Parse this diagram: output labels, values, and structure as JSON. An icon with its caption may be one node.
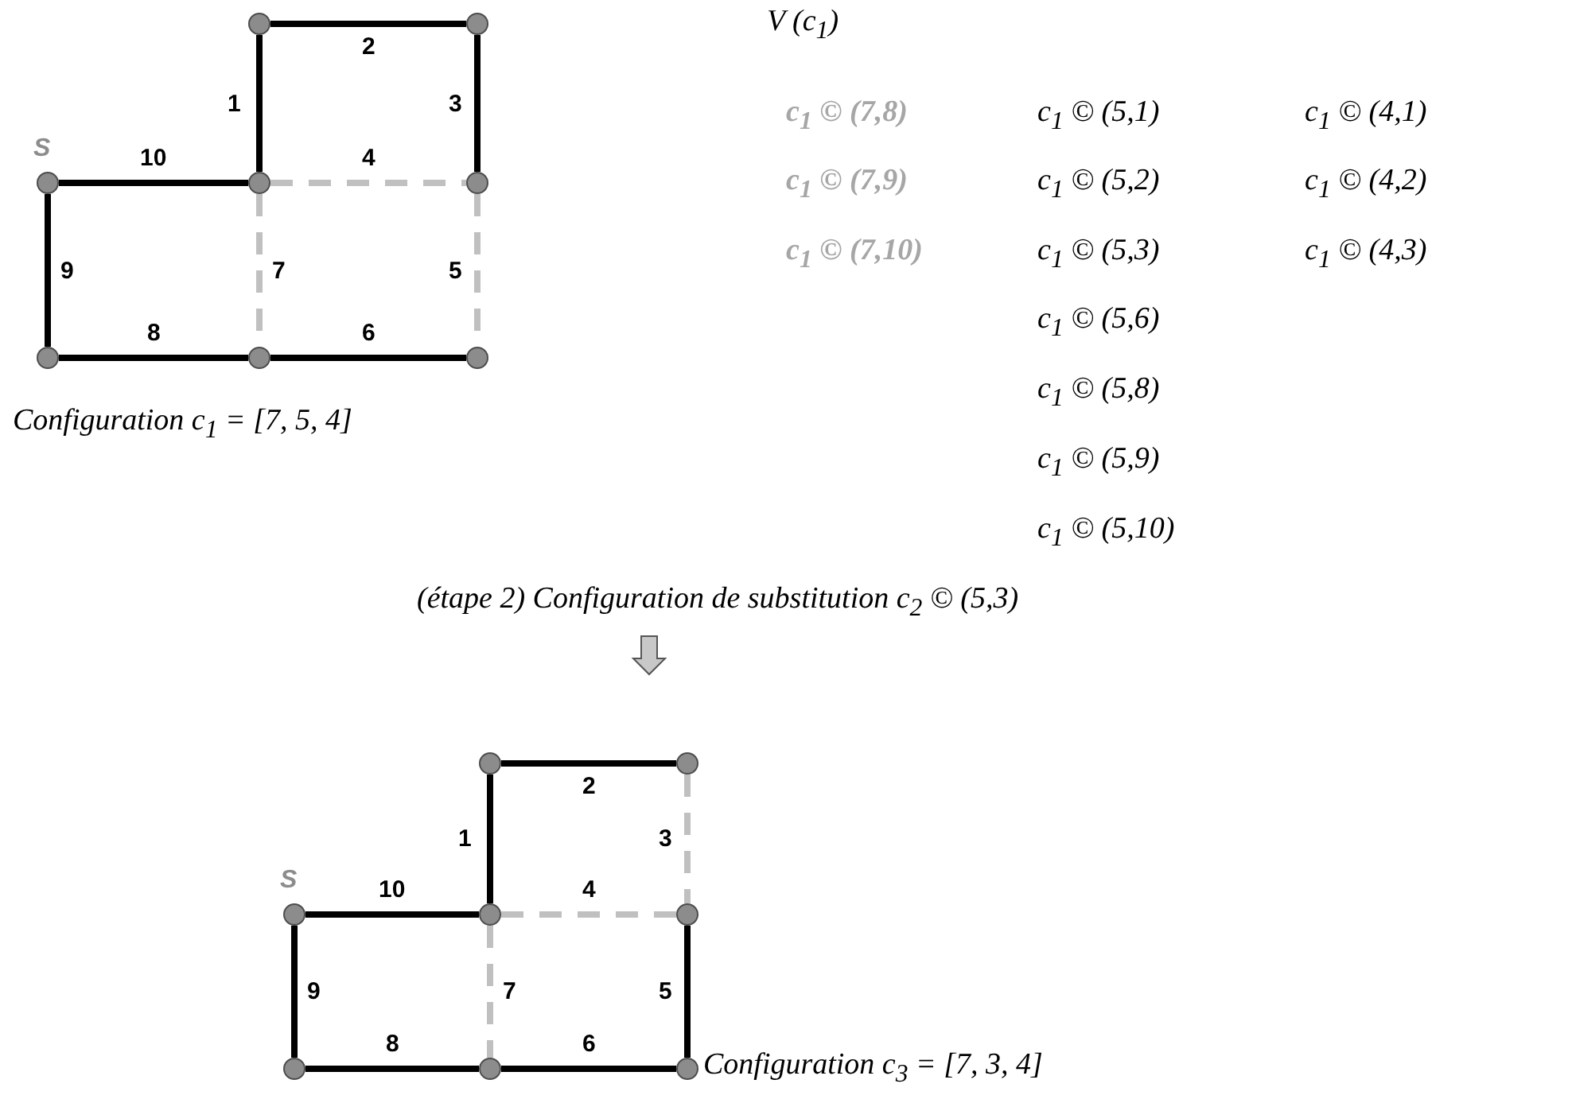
{
  "diagram": {
    "nodes": [
      {
        "text": [],
        "shape": "circle"
      },
      {
        "text": [],
        "shape": "circle"
      },
      {
        "text": [],
        "shape": "circle",
        "beside": [
          "S"
        ]
      },
      {
        "text": [],
        "shape": "circle"
      },
      {
        "text": [],
        "shape": "circle"
      },
      {
        "text": [],
        "shape": "circle"
      },
      {
        "text": [],
        "shape": "circle"
      },
      {
        "text": [],
        "shape": "circle"
      },
      {
        "text": [],
        "shape": "circle"
      },
      {
        "text": [],
        "shape": "circle"
      },
      {
        "text": [],
        "shape": "circle",
        "beside": [
          "S"
        ]
      },
      {
        "text": [],
        "shape": "circle"
      },
      {
        "text": [],
        "shape": "circle"
      },
      {
        "text": [],
        "shape": "circle"
      },
      {
        "text": [],
        "shape": "circle"
      },
      {
        "text": [],
        "shape": "circle"
      }
    ],
    "edges": [
      {
        "from": 3,
        "to": 0,
        "arrow": "none",
        "label": "1"
      },
      {
        "from": 0,
        "to": 1,
        "arrow": "none",
        "label": "2"
      },
      {
        "from": 1,
        "to": 4,
        "arrow": "none",
        "label": "3"
      },
      {
        "from": 3,
        "to": 4,
        "arrow": "none",
        "label": "4",
        "style": "dashed",
        "color": "#c0c0c0"
      },
      {
        "from": 4,
        "to": 7,
        "arrow": "none",
        "label": "5",
        "style": "dashed",
        "color": "#c0c0c0"
      },
      {
        "from": 6,
        "to": 7,
        "arrow": "none",
        "label": "6"
      },
      {
        "from": 3,
        "to": 6,
        "arrow": "none",
        "label": "7",
        "style": "dashed",
        "color": "#c0c0c0"
      },
      {
        "from": 5,
        "to": 6,
        "arrow": "none",
        "label": "8"
      },
      {
        "from": 2,
        "to": 5,
        "arrow": "none",
        "label": "9"
      },
      {
        "from": 2,
        "to": 3,
        "arrow": "none",
        "label": "10"
      },
      {
        "from": 11,
        "to": 8,
        "arrow": "none",
        "label": "1"
      },
      {
        "from": 8,
        "to": 9,
        "arrow": "none",
        "label": "2"
      },
      {
        "from": 9,
        "to": 12,
        "arrow": "none",
        "label": "3",
        "style": "dashed",
        "color": "#c0c0c0"
      },
      {
        "from": 11,
        "to": 12,
        "arrow": "none",
        "label": "4",
        "style": "dashed",
        "color": "#c0c0c0"
      },
      {
        "from": 12,
        "to": 15,
        "arrow": "none",
        "label": "5"
      },
      {
        "from": 14,
        "to": 15,
        "arrow": "none",
        "label": "6"
      },
      {
        "from": 11,
        "to": 14,
        "arrow": "none",
        "label": "7",
        "style": "dashed",
        "color": "#c0c0c0"
      },
      {
        "from": 13,
        "to": 14,
        "arrow": "none",
        "label": "8"
      },
      {
        "from": 10,
        "to": 13,
        "arrow": "none",
        "label": "9"
      },
      {
        "from": 10,
        "to": 11,
        "arrow": "none",
        "label": "10"
      }
    ],
    "labels": [
      "V (c$_{1}$)",
      "c$_{1}$  © (7,8)",
      "c$_{1}$  © (5,1)",
      "c$_{1}$  © (4,1)",
      "c$_{1}$  © (7,9)",
      "c$_{1}$  © (5,2)",
      "c$_{1}$  © (4,2)",
      "c$_{1}$  © (7,10)",
      "c$_{1}$  © (5,3)",
      "c$_{1}$  © (4,3)",
      "c$_{1}$  © (5,6)",
      "Configuration c$_{1}$ = [7, 5, 4]",
      "c$_{1}$  © (5,8)",
      "c$_{1}$  © (5,9)",
      "c$_{1}$  © (5,10)",
      "(étape 2) Configuration de substitution c$_{2}$  © (5,3)",
      "Configuration c$_{3}$ = [7, 3, 4]"
    ]
  }
}
